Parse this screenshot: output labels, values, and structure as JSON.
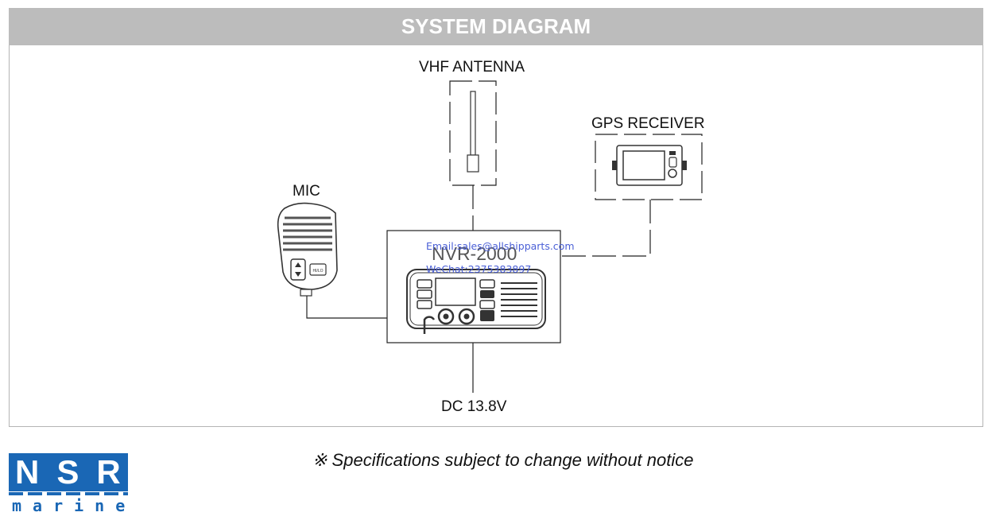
{
  "header": {
    "title": "SYSTEM DIAGRAM"
  },
  "diagram": {
    "antenna_label": "VHF ANTENNA",
    "gps_label": "GPS RECEIVER",
    "mic_label": "MIC",
    "radio_model": "NVR-2000",
    "power_label": "DC 13.8V",
    "watermark_email": "Email:sales@allshipparts.com",
    "watermark_wechat": "WeChat:2375383897",
    "mic_key_label": "HI/LO"
  },
  "footer": {
    "notice": "※ Specifications subject to change without notice",
    "logo_top": "NSR",
    "logo_bottom": "marine"
  },
  "colors": {
    "header_bg": "#bcbcbc",
    "brand_blue": "#1a67b5",
    "watermark": "#4a5fd6"
  }
}
